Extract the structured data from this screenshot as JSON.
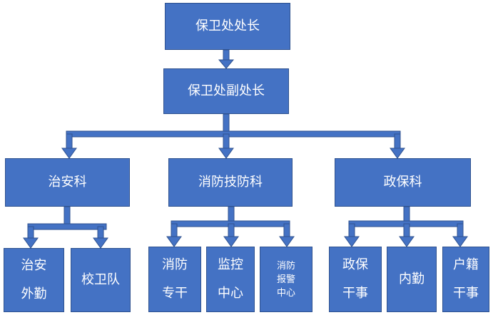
{
  "org": {
    "top": "保卫处处长",
    "deputy": "保卫处副处长",
    "departments": [
      {
        "name": "治安科",
        "units": [
          {
            "lines": [
              "治安",
              "外勤"
            ]
          },
          {
            "lines": [
              "校卫队"
            ]
          }
        ]
      },
      {
        "name": "消防技防科",
        "units": [
          {
            "lines": [
              "消防",
              "专干"
            ]
          },
          {
            "lines": [
              "监控",
              "中心"
            ]
          },
          {
            "lines": [
              "消防",
              "报警",
              "中心"
            ]
          }
        ]
      },
      {
        "name": "政保科",
        "units": [
          {
            "lines": [
              "政保",
              "干事"
            ]
          },
          {
            "lines": [
              "内勤"
            ]
          },
          {
            "lines": [
              "户籍",
              "干事"
            ]
          }
        ]
      }
    ]
  },
  "colors": {
    "box_fill": "#4472C4",
    "box_border": "#2F528F",
    "text": "#FFFFFF"
  }
}
